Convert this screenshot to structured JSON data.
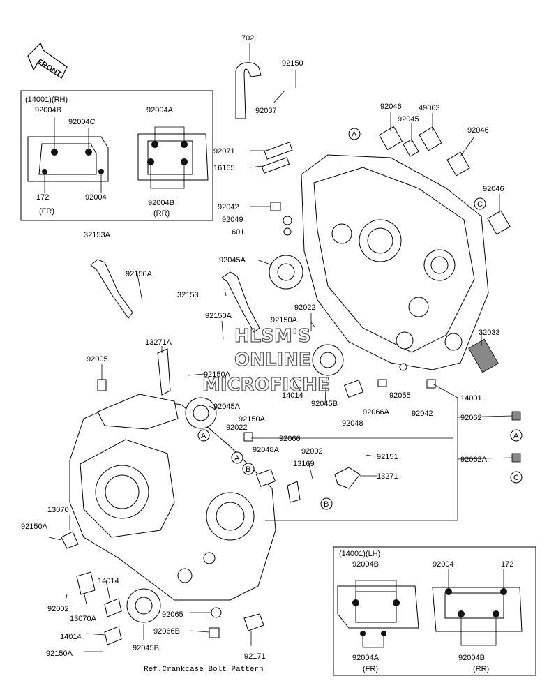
{
  "front_label": "FRONT",
  "inset_rh": {
    "title": "(14001)(RH)",
    "labels": [
      "92004B",
      "92004C",
      "92004A",
      "172",
      "92004",
      "92004B"
    ],
    "fr": "(FR)",
    "rr": "(RR)"
  },
  "inset_lh": {
    "title": "(14001)(LH)",
    "labels": [
      "92004B",
      "92004",
      "172",
      "92004A",
      "92004B"
    ],
    "fr": "(FR)",
    "rr": "(RR)"
  },
  "part_numbers": [
    "702",
    "92150",
    "92037",
    "92046",
    "92045",
    "49063",
    "92046",
    "92071",
    "16165",
    "92042",
    "92049",
    "601",
    "92046",
    "32153A",
    "92150A",
    "92045A",
    "32153",
    "92150A",
    "92022",
    "92150A",
    "32033",
    "13271A",
    "92005",
    "92150A",
    "92045B",
    "14014",
    "92055",
    "14001",
    "92048",
    "92066A",
    "92042",
    "92045A",
    "92150A",
    "92022",
    "92062",
    "92066",
    "92048A",
    "92002",
    "92151",
    "13169",
    "13271",
    "92062A",
    "13070",
    "92150A",
    "14014",
    "13070A",
    "92002",
    "14014",
    "92065",
    "92066B",
    "92150A",
    "92045B",
    "92171"
  ],
  "callouts": [
    "A",
    "A",
    "A",
    "A",
    "B",
    "B",
    "C",
    "C"
  ],
  "note": "Ref.Crankcase Bolt Pattern",
  "watermark": [
    "HLSM'S",
    "ONLINE",
    "MICROFICHE"
  ]
}
